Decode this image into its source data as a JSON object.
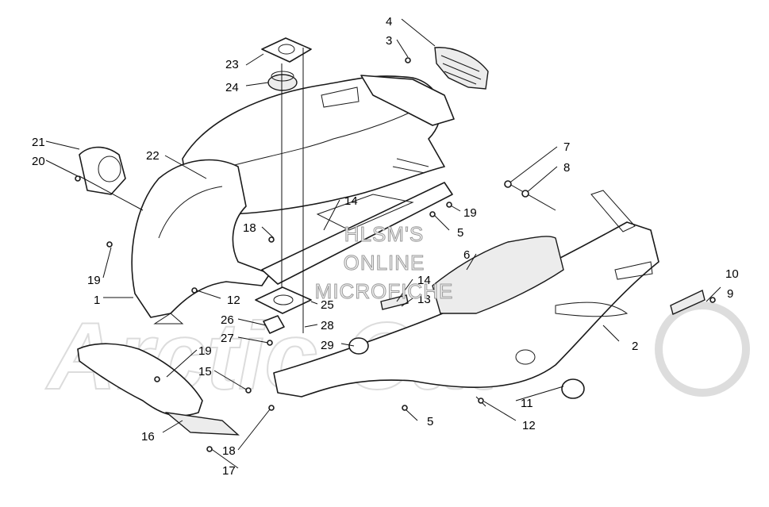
{
  "watermark": {
    "lines": [
      "HLSM'S",
      "ONLINE",
      "MICROFICHE"
    ],
    "logo": "Arctic Cat"
  },
  "callouts": [
    "1",
    "2",
    "3",
    "4",
    "5",
    "5",
    "6",
    "7",
    "8",
    "9",
    "10",
    "11",
    "12",
    "12",
    "13",
    "14",
    "14",
    "15",
    "16",
    "17",
    "18",
    "18",
    "19",
    "19",
    "19",
    "20",
    "21",
    "22",
    "23",
    "24",
    "25",
    "26",
    "27",
    "28",
    "29"
  ]
}
